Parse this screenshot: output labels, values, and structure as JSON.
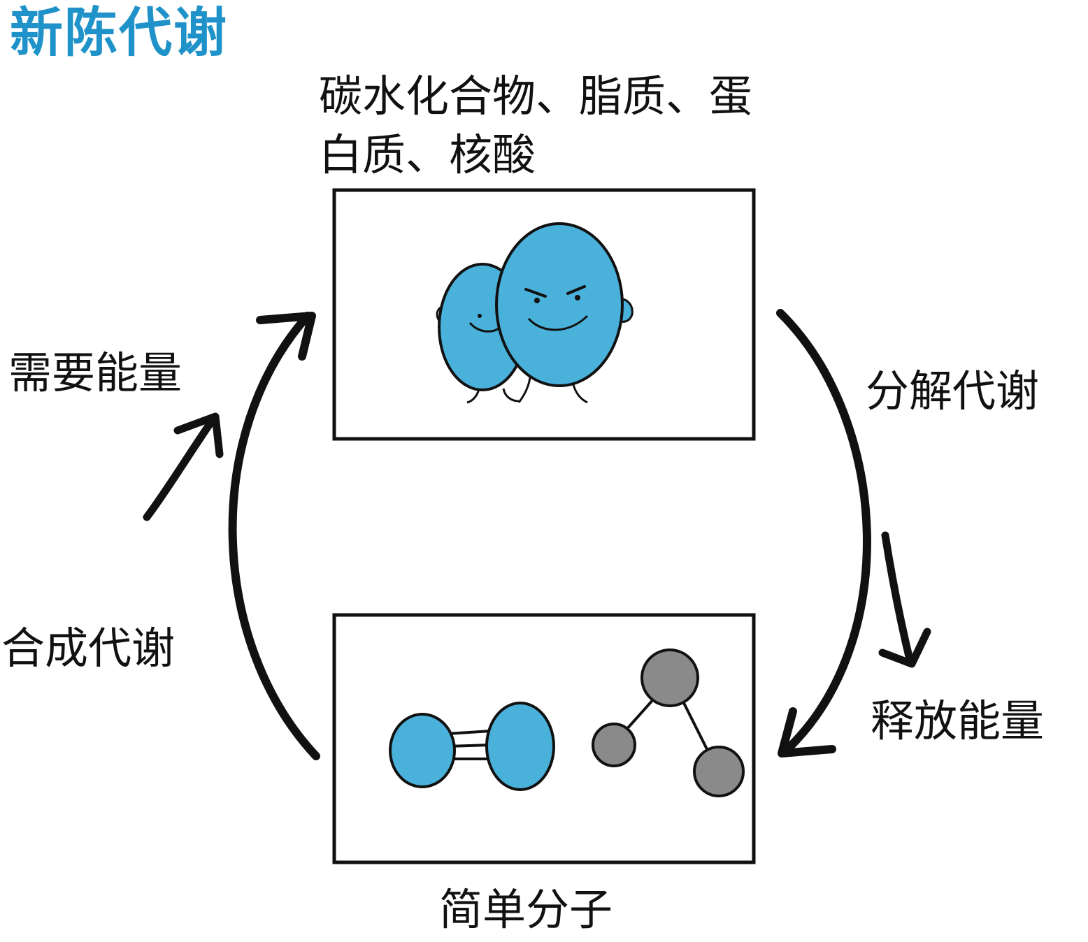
{
  "title": "新陈代谢",
  "colors": {
    "title": "#1f93c9",
    "molecule_blue": "#4ab1db",
    "molecule_gray": "#8a8a8a",
    "stroke": "#111111"
  },
  "labels": {
    "macromolecules": "碳水化合物、脂质、蛋白质、核酸",
    "simple_molecules": "简单分子",
    "catabolism": "分解代谢",
    "anabolism": "合成代谢",
    "requires_energy": "需要能量",
    "releases_energy": "释放能量"
  },
  "icons": {
    "macromolecule_characters": "two-smiling-blue-egg-characters-icon",
    "blue_diatomic_molecule": "blue-double-bond-molecule-icon",
    "gray_triatomic_molecule": "gray-bent-molecule-icon"
  }
}
